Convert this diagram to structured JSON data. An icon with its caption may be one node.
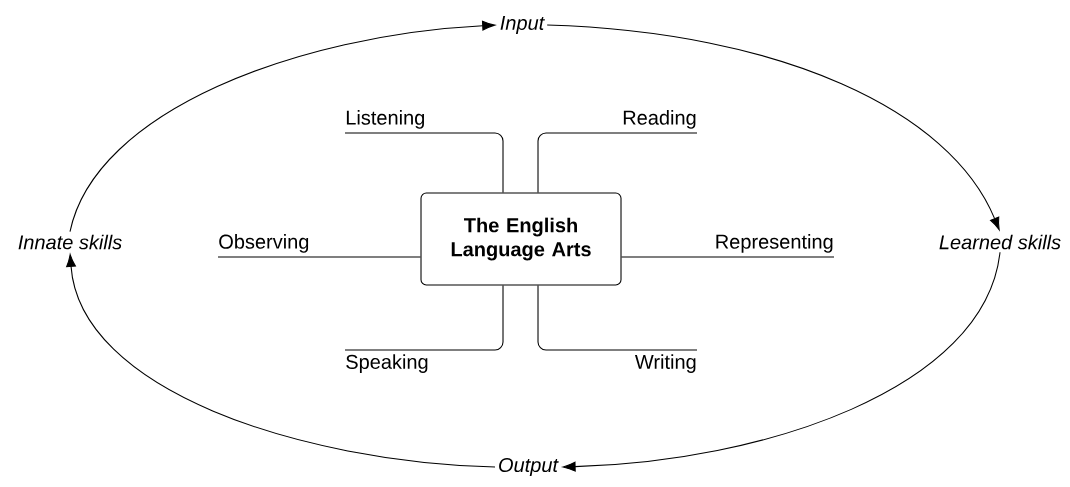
{
  "diagram": {
    "nodes": [
      {
        "text": [
          "The English Language Arts"
        ]
      },
      {
        "text": [
          "Listening"
        ]
      },
      {
        "text": [
          "Reading"
        ]
      },
      {
        "text": [
          "Observing"
        ]
      },
      {
        "text": [
          "Representing"
        ]
      },
      {
        "text": [
          "Speaking"
        ]
      },
      {
        "text": [
          "Writing"
        ]
      },
      {
        "text": [
          "Input"
        ]
      },
      {
        "text": [
          "Learned skills"
        ]
      },
      {
        "text": [
          "Output"
        ]
      },
      {
        "text": [
          "Innate skills"
        ]
      }
    ],
    "edges": [
      {
        "from": 0,
        "to": 1,
        "arrow": "none"
      },
      {
        "from": 0,
        "to": 2,
        "arrow": "none"
      },
      {
        "from": 0,
        "to": 3,
        "arrow": "none"
      },
      {
        "from": 0,
        "to": 4,
        "arrow": "none"
      },
      {
        "from": 0,
        "to": 5,
        "arrow": "none"
      },
      {
        "from": 0,
        "to": 6,
        "arrow": "none"
      },
      {
        "from": 10,
        "to": 7,
        "arrow": "to"
      },
      {
        "from": 7,
        "to": 8,
        "arrow": "to"
      },
      {
        "from": 8,
        "to": 9,
        "arrow": "to"
      },
      {
        "from": 9,
        "to": 10,
        "arrow": "to"
      }
    ]
  }
}
